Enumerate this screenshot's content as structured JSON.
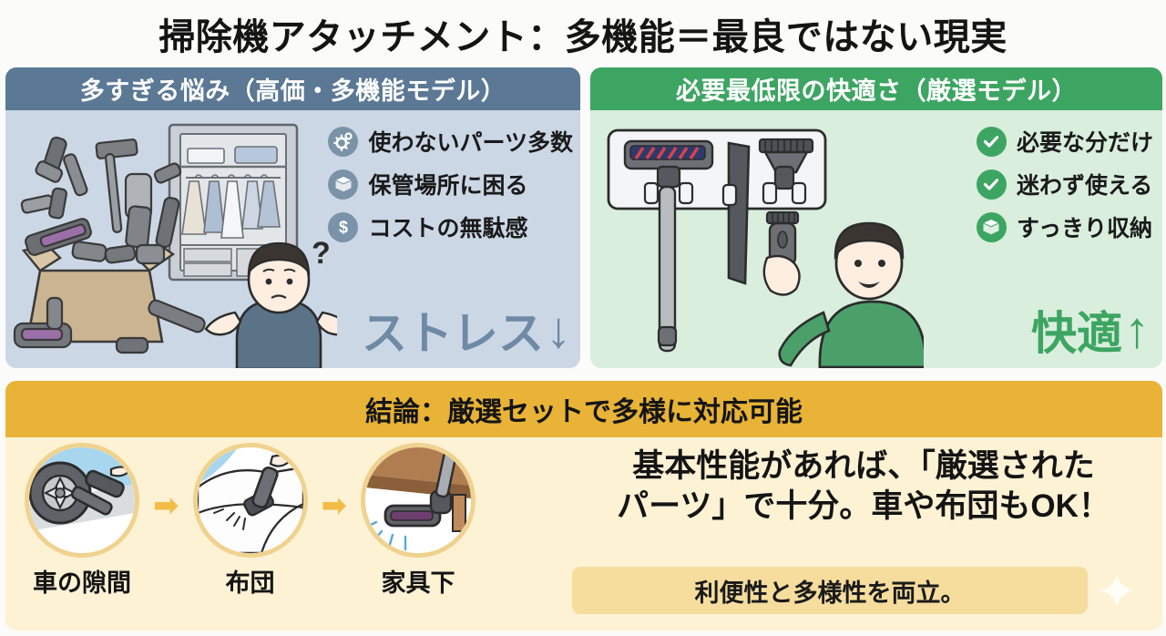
{
  "title": "掃除機アタッチメント：多機能＝最良ではない現実",
  "panels": {
    "left": {
      "heading": "多すぎる悩み（高価・多機能モデル）",
      "bullets": [
        {
          "icon": "gears-icon",
          "label": "使わないパーツ多数"
        },
        {
          "icon": "box-icon",
          "label": "保管場所に困る"
        },
        {
          "icon": "dollar-icon",
          "label": "コストの無駄感"
        }
      ],
      "status_word": "ストレス",
      "status_arrow": "↓",
      "illustration": "cluttered-attachments-box-closet-confused-person",
      "colors": {
        "header": "#5b7895",
        "body": "#ccd7e6",
        "accent": "#6e8aa5"
      }
    },
    "right": {
      "heading": "必要最低限の快適さ（厳選モデル）",
      "bullets": [
        {
          "icon": "check-circle-icon",
          "label": "必要な分だけ"
        },
        {
          "icon": "check-circle-icon",
          "label": "迷わず使える"
        },
        {
          "icon": "box-icon",
          "label": "すっきり収納"
        }
      ],
      "status_word": "快適",
      "status_arrow": "↑",
      "illustration": "wall-rack-three-attachments-happy-person",
      "colors": {
        "header": "#3da562",
        "body": "#d9eedd",
        "accent": "#3da562"
      }
    }
  },
  "bottom": {
    "heading": "結論：厳選セットで多様に対応可能",
    "steps": [
      {
        "label": "車の隙間",
        "icon": "car-wheel-crevice-icon"
      },
      {
        "label": "布団",
        "icon": "futon-brush-icon"
      },
      {
        "label": "家具下",
        "icon": "under-furniture-icon"
      }
    ],
    "step_arrow": "➡",
    "conclusion_lines": [
      "基本性能があれば、「厳選された",
      "パーツ」で十分。車や布団もOK！"
    ],
    "pill_text": "利便性と多様性を両立。",
    "colors": {
      "header": "#e8b336",
      "body": "#fdf2d4",
      "pill": "#f6dd9e",
      "arrow": "#f2bc46"
    }
  }
}
